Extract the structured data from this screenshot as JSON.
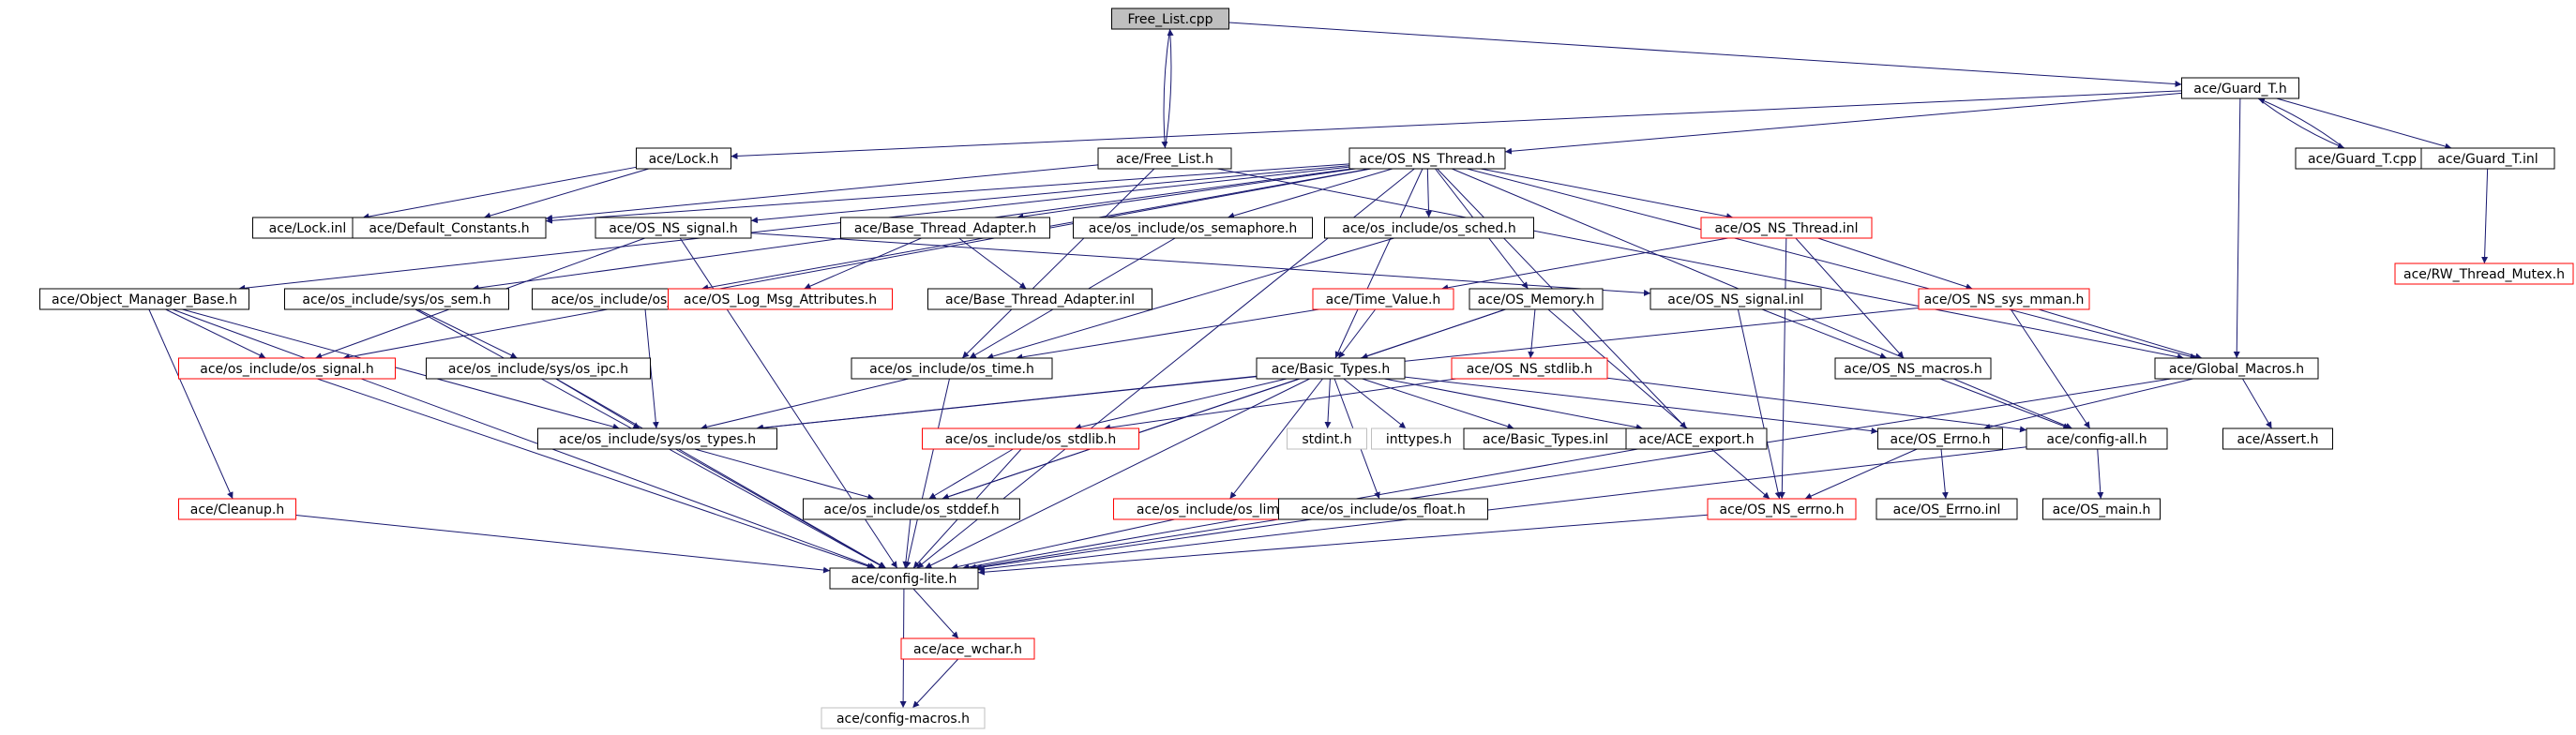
{
  "colors": {
    "edge": "#191970",
    "node_border": "#000000",
    "node_border_truncated": "#ff0000",
    "node_border_external": "#bfbfbf",
    "root_fill": "#bfbfbf",
    "node_fill": "#ffffff",
    "text": "#000000"
  },
  "graph": {
    "type": "include-dependency-graph",
    "nodes": [
      {
        "id": "free_list_cpp",
        "label": "Free_List.cpp",
        "kind": "root"
      },
      {
        "id": "guard_t_h",
        "label": "ace/Guard_T.h",
        "kind": "normal"
      },
      {
        "id": "lock_h",
        "label": "ace/Lock.h",
        "kind": "normal"
      },
      {
        "id": "free_list_h",
        "label": "ace/Free_List.h",
        "kind": "normal"
      },
      {
        "id": "os_ns_thread_h",
        "label": "ace/OS_NS_Thread.h",
        "kind": "normal"
      },
      {
        "id": "guard_t_cpp",
        "label": "ace/Guard_T.cpp",
        "kind": "normal"
      },
      {
        "id": "guard_t_inl",
        "label": "ace/Guard_T.inl",
        "kind": "normal"
      },
      {
        "id": "lock_inl",
        "label": "ace/Lock.inl",
        "kind": "normal"
      },
      {
        "id": "default_constants_h",
        "label": "ace/Default_Constants.h",
        "kind": "normal"
      },
      {
        "id": "os_ns_signal_h",
        "label": "ace/OS_NS_signal.h",
        "kind": "normal"
      },
      {
        "id": "base_thread_adapter_h",
        "label": "ace/Base_Thread_Adapter.h",
        "kind": "normal"
      },
      {
        "id": "os_semaphore_h",
        "label": "ace/os_include/os_semaphore.h",
        "kind": "normal"
      },
      {
        "id": "os_sched_h",
        "label": "ace/os_include/os_sched.h",
        "kind": "normal"
      },
      {
        "id": "os_ns_thread_inl",
        "label": "ace/OS_NS_Thread.inl",
        "kind": "truncated"
      },
      {
        "id": "rw_thread_mutex_h",
        "label": "ace/RW_Thread_Mutex.h",
        "kind": "truncated"
      },
      {
        "id": "object_manager_base_h",
        "label": "ace/Object_Manager_Base.h",
        "kind": "normal"
      },
      {
        "id": "os_sem_h",
        "label": "ace/os_include/sys/os_sem.h",
        "kind": "normal"
      },
      {
        "id": "os_pthread_h",
        "label": "ace/os_include/os_pthread.h",
        "kind": "normal"
      },
      {
        "id": "os_log_msg_attributes_h",
        "label": "ace/OS_Log_Msg_Attributes.h",
        "kind": "truncated"
      },
      {
        "id": "base_thread_adapter_inl",
        "label": "ace/Base_Thread_Adapter.inl",
        "kind": "normal"
      },
      {
        "id": "time_value_h",
        "label": "ace/Time_Value.h",
        "kind": "truncated"
      },
      {
        "id": "os_memory_h",
        "label": "ace/OS_Memory.h",
        "kind": "normal"
      },
      {
        "id": "os_ns_signal_inl",
        "label": "ace/OS_NS_signal.inl",
        "kind": "normal"
      },
      {
        "id": "os_ns_sys_mman_h",
        "label": "ace/OS_NS_sys_mman.h",
        "kind": "truncated"
      },
      {
        "id": "os_signal_h",
        "label": "ace/os_include/os_signal.h",
        "kind": "truncated"
      },
      {
        "id": "os_ipc_h",
        "label": "ace/os_include/sys/os_ipc.h",
        "kind": "normal"
      },
      {
        "id": "os_time_h",
        "label": "ace/os_include/os_time.h",
        "kind": "normal"
      },
      {
        "id": "basic_types_h",
        "label": "ace/Basic_Types.h",
        "kind": "normal"
      },
      {
        "id": "os_ns_stdlib_h",
        "label": "ace/OS_NS_stdlib.h",
        "kind": "truncated"
      },
      {
        "id": "os_ns_macros_h",
        "label": "ace/OS_NS_macros.h",
        "kind": "normal"
      },
      {
        "id": "global_macros_h",
        "label": "ace/Global_Macros.h",
        "kind": "normal"
      },
      {
        "id": "os_types_h",
        "label": "ace/os_include/sys/os_types.h",
        "kind": "normal"
      },
      {
        "id": "os_stdlib_h",
        "label": "ace/os_include/os_stdlib.h",
        "kind": "truncated"
      },
      {
        "id": "stdint_h",
        "label": "stdint.h",
        "kind": "external"
      },
      {
        "id": "inttypes_h",
        "label": "inttypes.h",
        "kind": "external"
      },
      {
        "id": "basic_types_inl",
        "label": "ace/Basic_Types.inl",
        "kind": "normal"
      },
      {
        "id": "ace_export_h",
        "label": "ace/ACE_export.h",
        "kind": "normal"
      },
      {
        "id": "os_errno_h",
        "label": "ace/OS_Errno.h",
        "kind": "normal"
      },
      {
        "id": "config_all_h",
        "label": "ace/config-all.h",
        "kind": "normal"
      },
      {
        "id": "assert_h",
        "label": "ace/Assert.h",
        "kind": "normal"
      },
      {
        "id": "cleanup_h",
        "label": "ace/Cleanup.h",
        "kind": "truncated"
      },
      {
        "id": "os_stddef_h",
        "label": "ace/os_include/os_stddef.h",
        "kind": "normal"
      },
      {
        "id": "os_limits_h",
        "label": "ace/os_include/os_limits.h",
        "kind": "truncated"
      },
      {
        "id": "os_float_h",
        "label": "ace/os_include/os_float.h",
        "kind": "normal"
      },
      {
        "id": "os_ns_errno_h",
        "label": "ace/OS_NS_errno.h",
        "kind": "truncated"
      },
      {
        "id": "os_errno_inl",
        "label": "ace/OS_Errno.inl",
        "kind": "normal"
      },
      {
        "id": "os_main_h",
        "label": "ace/OS_main.h",
        "kind": "normal"
      },
      {
        "id": "config_lite_h",
        "label": "ace/config-lite.h",
        "kind": "normal"
      },
      {
        "id": "ace_wchar_h",
        "label": "ace/ace_wchar.h",
        "kind": "truncated"
      },
      {
        "id": "config_macros_h",
        "label": "ace/config-macros.h",
        "kind": "external"
      }
    ],
    "edges": [
      [
        "free_list_cpp",
        "free_list_h"
      ],
      [
        "free_list_h",
        "free_list_cpp"
      ],
      [
        "free_list_cpp",
        "guard_t_h"
      ],
      [
        "guard_t_h",
        "lock_h"
      ],
      [
        "guard_t_h",
        "os_ns_thread_h"
      ],
      [
        "guard_t_h",
        "guard_t_cpp"
      ],
      [
        "guard_t_cpp",
        "guard_t_h"
      ],
      [
        "guard_t_h",
        "guard_t_inl"
      ],
      [
        "guard_t_h",
        "global_macros_h"
      ],
      [
        "guard_t_inl",
        "rw_thread_mutex_h"
      ],
      [
        "lock_h",
        "lock_inl"
      ],
      [
        "lock_h",
        "default_constants_h"
      ],
      [
        "free_list_h",
        "default_constants_h"
      ],
      [
        "free_list_h",
        "os_time_h"
      ],
      [
        "free_list_h",
        "global_macros_h"
      ],
      [
        "os_ns_thread_h",
        "default_constants_h"
      ],
      [
        "os_ns_thread_h",
        "os_ns_signal_h"
      ],
      [
        "os_ns_thread_h",
        "base_thread_adapter_h"
      ],
      [
        "os_ns_thread_h",
        "os_semaphore_h"
      ],
      [
        "os_ns_thread_h",
        "os_sched_h"
      ],
      [
        "os_ns_thread_h",
        "os_ns_thread_inl"
      ],
      [
        "os_ns_thread_h",
        "object_manager_base_h"
      ],
      [
        "os_ns_thread_h",
        "os_sem_h"
      ],
      [
        "os_ns_thread_h",
        "os_pthread_h"
      ],
      [
        "os_ns_thread_h",
        "os_memory_h"
      ],
      [
        "os_ns_thread_h",
        "basic_types_h"
      ],
      [
        "os_ns_thread_h",
        "os_signal_h"
      ],
      [
        "os_ns_thread_h",
        "ace_export_h"
      ],
      [
        "os_ns_thread_h",
        "config_all_h"
      ],
      [
        "os_ns_thread_h",
        "global_macros_h"
      ],
      [
        "os_ns_thread_h",
        "config_lite_h"
      ],
      [
        "os_ns_signal_h",
        "os_signal_h"
      ],
      [
        "os_ns_signal_h",
        "os_ns_signal_inl"
      ],
      [
        "os_ns_signal_h",
        "config_lite_h"
      ],
      [
        "base_thread_adapter_h",
        "os_log_msg_attributes_h"
      ],
      [
        "base_thread_adapter_h",
        "base_thread_adapter_inl"
      ],
      [
        "os_semaphore_h",
        "os_time_h"
      ],
      [
        "os_sched_h",
        "os_time_h"
      ],
      [
        "os_ns_thread_inl",
        "time_value_h"
      ],
      [
        "os_ns_thread_inl",
        "os_ns_sys_mman_h"
      ],
      [
        "os_ns_thread_inl",
        "os_ns_macros_h"
      ],
      [
        "os_ns_thread_inl",
        "os_ns_errno_h"
      ],
      [
        "object_manager_base_h",
        "os_signal_h"
      ],
      [
        "object_manager_base_h",
        "os_types_h"
      ],
      [
        "object_manager_base_h",
        "cleanup_h"
      ],
      [
        "object_manager_base_h",
        "config_lite_h"
      ],
      [
        "os_sem_h",
        "os_ipc_h"
      ],
      [
        "os_sem_h",
        "config_lite_h"
      ],
      [
        "os_pthread_h",
        "os_types_h"
      ],
      [
        "time_value_h",
        "basic_types_h"
      ],
      [
        "time_value_h",
        "os_time_h"
      ],
      [
        "os_memory_h",
        "basic_types_h"
      ],
      [
        "os_memory_h",
        "os_ns_stdlib_h"
      ],
      [
        "os_memory_h",
        "os_stddef_h"
      ],
      [
        "os_memory_h",
        "os_ns_errno_h"
      ],
      [
        "os_ns_signal_inl",
        "os_ns_macros_h"
      ],
      [
        "os_ns_signal_inl",
        "os_ns_errno_h"
      ],
      [
        "os_ns_sys_mman_h",
        "global_macros_h"
      ],
      [
        "os_ns_sys_mman_h",
        "config_all_h"
      ],
      [
        "os_ns_sys_mman_h",
        "os_types_h"
      ],
      [
        "os_signal_h",
        "config_lite_h"
      ],
      [
        "os_ipc_h",
        "os_types_h"
      ],
      [
        "os_ipc_h",
        "config_lite_h"
      ],
      [
        "os_time_h",
        "os_types_h"
      ],
      [
        "os_time_h",
        "config_lite_h"
      ],
      [
        "basic_types_h",
        "os_types_h"
      ],
      [
        "basic_types_h",
        "os_stdlib_h"
      ],
      [
        "basic_types_h",
        "stdint_h"
      ],
      [
        "basic_types_h",
        "inttypes_h"
      ],
      [
        "basic_types_h",
        "basic_types_inl"
      ],
      [
        "basic_types_h",
        "ace_export_h"
      ],
      [
        "basic_types_h",
        "os_errno_h"
      ],
      [
        "basic_types_h",
        "os_limits_h"
      ],
      [
        "basic_types_h",
        "os_float_h"
      ],
      [
        "basic_types_h",
        "os_stddef_h"
      ],
      [
        "basic_types_h",
        "config_lite_h"
      ],
      [
        "os_ns_stdlib_h",
        "os_stdlib_h"
      ],
      [
        "os_ns_stdlib_h",
        "config_all_h"
      ],
      [
        "os_ns_macros_h",
        "config_all_h"
      ],
      [
        "global_macros_h",
        "os_errno_h"
      ],
      [
        "global_macros_h",
        "assert_h"
      ],
      [
        "global_macros_h",
        "config_lite_h"
      ],
      [
        "os_types_h",
        "os_stddef_h"
      ],
      [
        "os_types_h",
        "config_lite_h"
      ],
      [
        "os_stdlib_h",
        "os_stddef_h"
      ],
      [
        "os_stdlib_h",
        "config_lite_h"
      ],
      [
        "ace_export_h",
        "config_lite_h"
      ],
      [
        "os_errno_h",
        "os_ns_errno_h"
      ],
      [
        "os_errno_h",
        "os_errno_inl"
      ],
      [
        "config_all_h",
        "os_main_h"
      ],
      [
        "config_all_h",
        "config_lite_h"
      ],
      [
        "cleanup_h",
        "config_lite_h"
      ],
      [
        "os_stddef_h",
        "config_lite_h"
      ],
      [
        "os_limits_h",
        "config_lite_h"
      ],
      [
        "os_float_h",
        "config_lite_h"
      ],
      [
        "os_ns_errno_h",
        "config_lite_h"
      ],
      [
        "config_lite_h",
        "ace_wchar_h"
      ],
      [
        "config_lite_h",
        "config_macros_h"
      ],
      [
        "ace_wchar_h",
        "config_macros_h"
      ]
    ]
  }
}
